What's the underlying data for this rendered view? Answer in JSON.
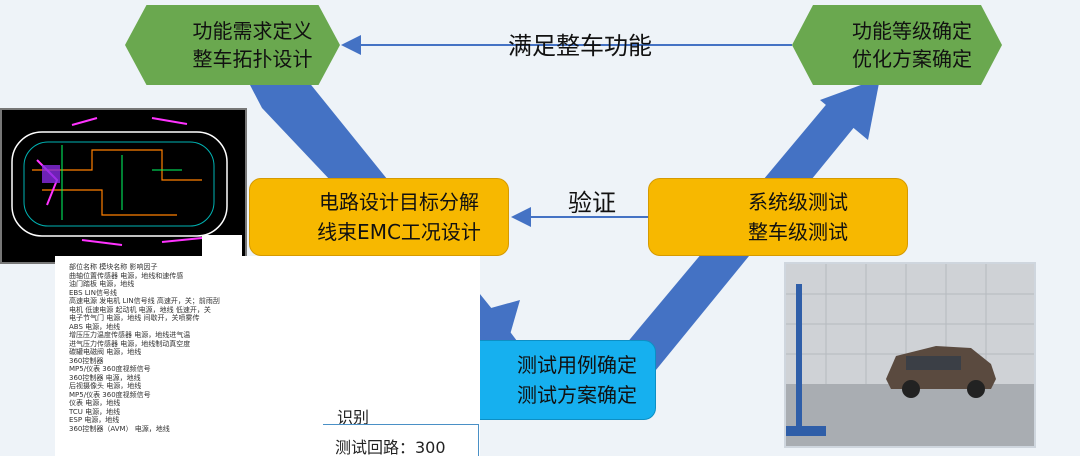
{
  "nodes": {
    "function_req": {
      "line1": "功能需求定义",
      "line2": "整车拓扑设计"
    },
    "function_grade": {
      "line1": "功能等级确定",
      "line2": "优化方案确定"
    },
    "circuit_design": {
      "line1": "电路设计目标分解",
      "line2": "线束EMC工况设计"
    },
    "system_test": {
      "line1": "系统级测试",
      "line2": "整车级测试"
    },
    "test_case": {
      "line1": "测试用例确定",
      "line2": "测试方案确定"
    }
  },
  "edges": {
    "top_label": "满足整车功能",
    "middle_label": "验证"
  },
  "document": {
    "lines": [
      "部位名称  模块名称          影响因子",
      "曲轴位置传感器   电源，地线和速传感",
      "油门踏板    电源，地线",
      "EBS      LIN信号线",
      "高速电源   发电机    LIN信号线    高速开，关；前雨刮",
      "电机   低速电源   起动机   电源，地线     低速开，关",
      "        电子节气门    电源，地线    间歇开，关喷雾传",
      "        ABS       电源，地线",
      "        增压压力温度传感器  电源，地线进气温",
      "        进气压力传感器  电源，地线制动真空度",
      "        碳罐电磁阀  电源，地线",
      "        360控制器",
      "        MP5/仪表    360度视频信号",
      "        360控制器    电源，地线",
      "        后视摄像头    电源，地线",
      "        MP5/仪表    360度视频信号",
      "        仪表      电源，地线",
      "        TCU      电源，地线",
      "        ESP      电源，地线",
      "        360控制器（AVM）  电源，地线"
    ],
    "footer1": "识别",
    "footer2": "测试回路：300"
  },
  "colors": {
    "hexagon": "#6aa84f",
    "orange_box": "#f7b800",
    "blue_box": "#16b0ef",
    "arrow": "#4472c4"
  }
}
